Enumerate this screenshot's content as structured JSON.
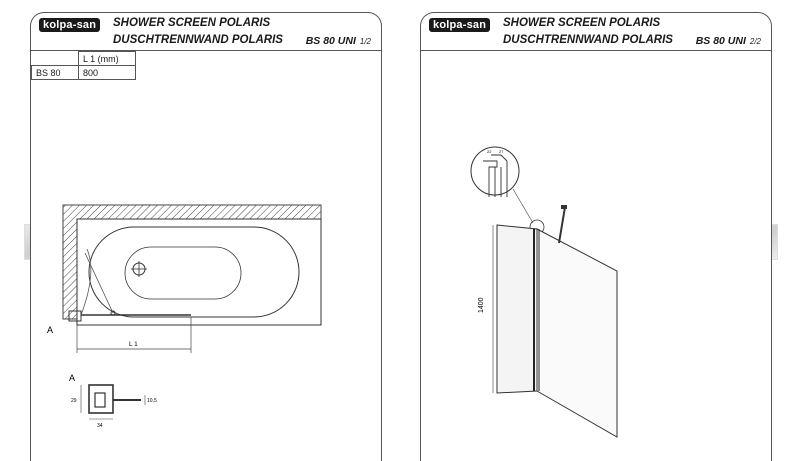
{
  "brand": "kolpa-san",
  "sheet1": {
    "title_en": "SHOWER SCREEN POLARIS",
    "title_de": "DUSCHTRENNWAND POLARIS",
    "model": "BS 80 UNI",
    "page": "1/2",
    "table": {
      "header": "L 1 (mm)",
      "rows": [
        {
          "label": "BS 80",
          "value": "800"
        }
      ]
    },
    "label_a": "A",
    "dim_label": "L 1",
    "detail_label": "A",
    "detail_dims": {
      "height": "29",
      "width": "34",
      "side": "10,5"
    }
  },
  "sheet2": {
    "title_en": "SHOWER SCREEN POLARIS",
    "title_de": "DUSCHTRENNWAND POLARIS",
    "model": "BS 80 UNI",
    "page": "2/2",
    "height_dim": "1400",
    "detail_dims": {
      "a": "22",
      "b": "27"
    }
  }
}
